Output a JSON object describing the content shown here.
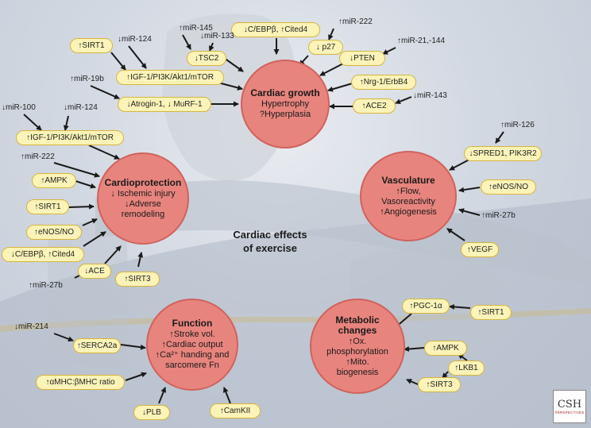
{
  "title": "Cardiac effects of exercise",
  "title_line1": "Cardiac effects",
  "title_line2": "of exercise",
  "circles": {
    "growth": {
      "title": "Cardiac growth",
      "lines": [
        "Hypertrophy",
        "?Hyperplasia"
      ]
    },
    "protection": {
      "title": "Cardioprotection",
      "lines": [
        "↓ Ischemic injury",
        "↓Adverse",
        "remodeling"
      ]
    },
    "vasculature": {
      "title": "Vasculature",
      "lines": [
        "↑Flow,",
        "Vasoreactivity",
        "↑Angiogenesis"
      ]
    },
    "function": {
      "title": "Function",
      "lines": [
        "↑Stroke vol.",
        "↑Cardiac output",
        "↑Ca²⁺ handing and",
        "sarcomere Fn"
      ]
    },
    "metabolic": {
      "title": "Metabolic",
      "title2": "changes",
      "lines": [
        "↑Ox.",
        "phosphorylation",
        "↑Mito.",
        "biogenesis"
      ]
    }
  },
  "pills": {
    "sirt1_top": "↑SIRT1",
    "igf_top": "↑IGF-1/PI3K/Akt1/mTOR",
    "tsc2": "↓TSC2",
    "cebp_top": "↓C/EBPβ, ↑Cited4",
    "p27": "↓ p27",
    "pten": "↓PTEN",
    "nrg1": "↑Nrg-1/ErbB4",
    "ace2": "↑ACE2",
    "atrogin": "↓Atrogin-1, ↓ MuRF-1",
    "igf_left": "↑IGF-1/PI3K/Akt1/mTOR",
    "ampk_left": "↑AMPK",
    "sirt1_left": "↑SIRT1",
    "enos_left": "↑eNOS/NO",
    "cebp_left": "↓C/EBPβ, ↑Cited4",
    "ace": "↓ACE",
    "sirt3_left": "↑SIRT3",
    "spred1": "↓SPRED1, PIK3R2",
    "enos_right": "↑eNOS/NO",
    "vegf": "↑VEGF",
    "serca": "↑SERCA2a",
    "amhc": "↑αMHC:βMHC ratio",
    "plb": "↓PLB",
    "camkii": "↑CamKII",
    "pgc": "↑PGC-1α",
    "sirt1_right": "↑SIRT1",
    "ampk_right": "↑AMPK",
    "lkb1": "↑LKB1",
    "sirt3_right": "↑SIRT3"
  },
  "mirnas": {
    "mir145": "↑miR-145",
    "mir124_top": "↓miR-124",
    "mir133": "↓miR-133",
    "mir222_top": "↑miR-222",
    "mir21": "↑miR-21,-144",
    "mir19b": "↑miR-19b",
    "mir143": "↓miR-143",
    "mir100": "↓miR-100",
    "mir124_left": "↓miR-124",
    "mir222_left": "↑miR-222",
    "mir27b_left": "↑miR-27b",
    "mir126": "↑miR-126",
    "mir27b_right": "↑miR-27b",
    "mir214": "↓miR-214"
  },
  "logo": {
    "text": "CSH",
    "subtext": "PERSPECTIVES"
  },
  "colors": {
    "circle_fill": "#e8847e",
    "pill_fill": "#fbf3b8",
    "pill_border": "#d8b43c",
    "arrow": "#1a1a1a"
  }
}
